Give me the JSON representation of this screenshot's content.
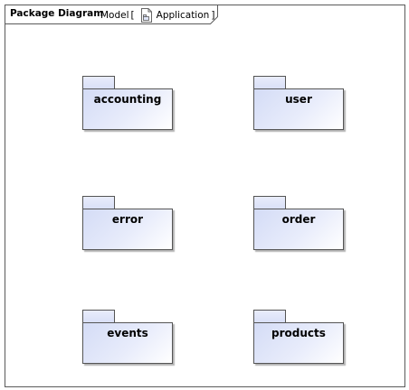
{
  "frame": {
    "title": "Package Diagram",
    "context_prefix": "Model",
    "open_bracket": "[",
    "context_element": "Application",
    "close_bracket": "]"
  },
  "packages": [
    {
      "name": "accounting"
    },
    {
      "name": "user"
    },
    {
      "name": "error"
    },
    {
      "name": "order"
    },
    {
      "name": "events"
    },
    {
      "name": "products"
    }
  ],
  "colors": {
    "package_fill": "#dfe5f8",
    "border": "#555555"
  },
  "icons": {
    "context_element": "document-package-icon"
  }
}
